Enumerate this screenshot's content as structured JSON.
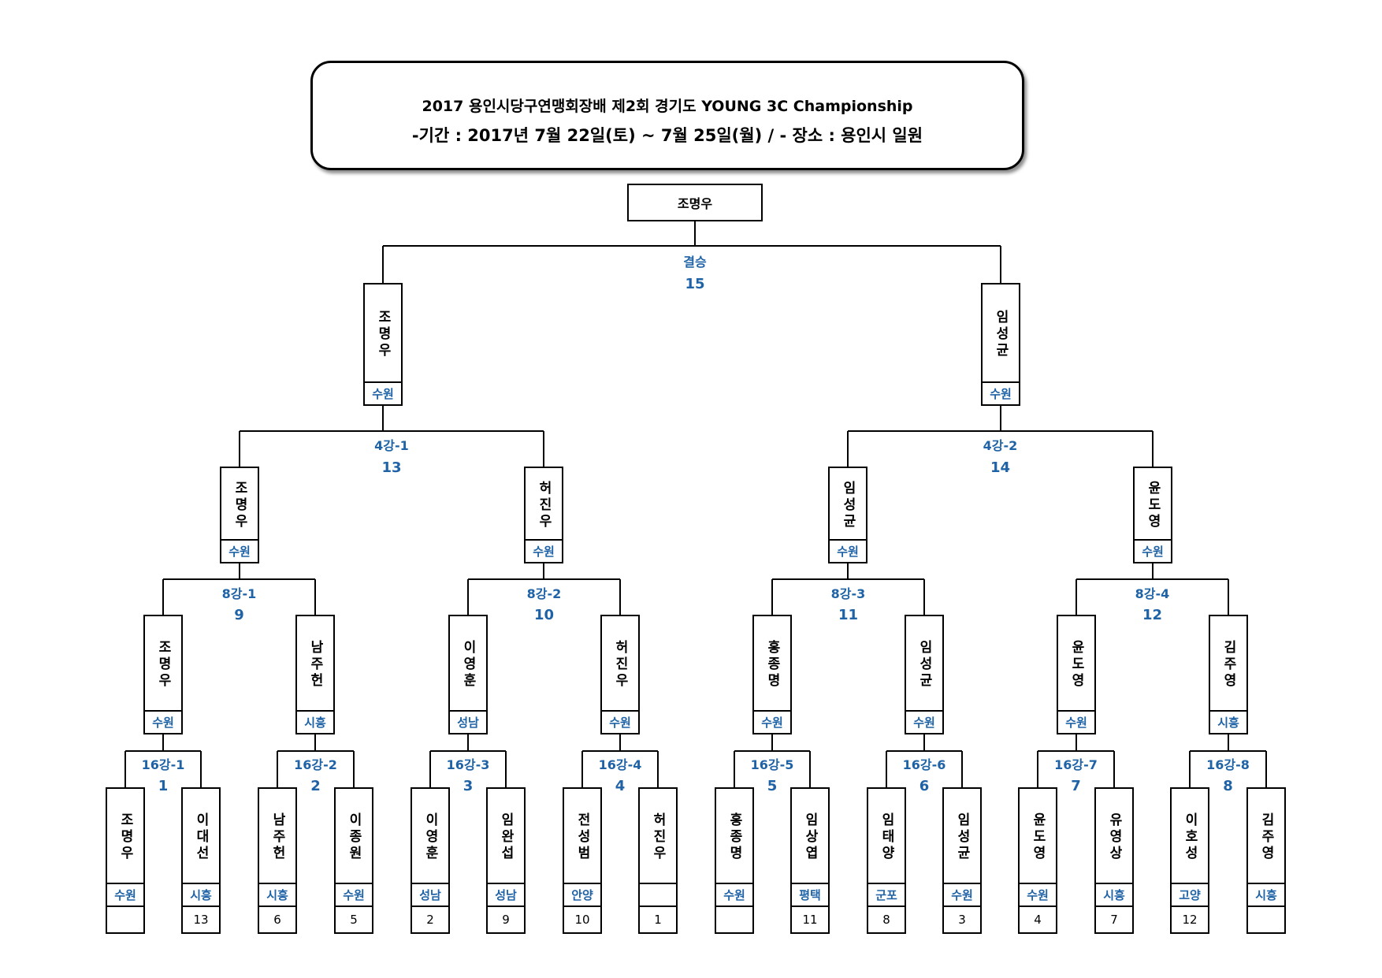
{
  "title": {
    "line1": "2017 용인시당구연맹회장배 제2회 경기도 YOUNG 3C Championship",
    "line2": "-기간 : 2017년 7월 22일(토) ~ 7월 25일(월) /   - 장소 : 용인시 일원"
  },
  "champion": "조명우",
  "colors": {
    "label": "#1f63a6",
    "line": "#000000"
  },
  "final": {
    "label": "결승",
    "number": "15"
  },
  "final_players": [
    {
      "name": "조명우",
      "city": "수원"
    },
    {
      "name": "임성균",
      "city": "수원"
    }
  ],
  "semi": [
    {
      "label": "4강-1",
      "number": "13"
    },
    {
      "label": "4강-2",
      "number": "14"
    }
  ],
  "semi_players": [
    {
      "name": "조명우",
      "city": "수원"
    },
    {
      "name": "허진우",
      "city": "수원"
    },
    {
      "name": "임성균",
      "city": "수원"
    },
    {
      "name": "윤도영",
      "city": "수원"
    }
  ],
  "quarter": [
    {
      "label": "8강-1",
      "number": "9"
    },
    {
      "label": "8강-2",
      "number": "10"
    },
    {
      "label": "8강-3",
      "number": "11"
    },
    {
      "label": "8강-4",
      "number": "12"
    }
  ],
  "quarter_players": [
    {
      "name": "조명우",
      "city": "수원"
    },
    {
      "name": "남주헌",
      "city": "시흥"
    },
    {
      "name": "이영훈",
      "city": "성남"
    },
    {
      "name": "허진우",
      "city": "수원"
    },
    {
      "name": "홍종명",
      "city": "수원"
    },
    {
      "name": "임성균",
      "city": "수원"
    },
    {
      "name": "윤도영",
      "city": "수원"
    },
    {
      "name": "김주영",
      "city": "시흥"
    }
  ],
  "r16": [
    {
      "label": "16강-1",
      "number": "1"
    },
    {
      "label": "16강-2",
      "number": "2"
    },
    {
      "label": "16강-3",
      "number": "3"
    },
    {
      "label": "16강-4",
      "number": "4"
    },
    {
      "label": "16강-5",
      "number": "5"
    },
    {
      "label": "16강-6",
      "number": "6"
    },
    {
      "label": "16강-7",
      "number": "7"
    },
    {
      "label": "16강-8",
      "number": "8"
    }
  ],
  "r16_players": [
    {
      "name": "조명우",
      "city": "수원",
      "seed": ""
    },
    {
      "name": "이대선",
      "city": "시흥",
      "seed": "13"
    },
    {
      "name": "남주헌",
      "city": "시흥",
      "seed": "6"
    },
    {
      "name": "이종원",
      "city": "수원",
      "seed": "5"
    },
    {
      "name": "이영훈",
      "city": "성남",
      "seed": "2"
    },
    {
      "name": "임완섭",
      "city": "성남",
      "seed": "9"
    },
    {
      "name": "전성범",
      "city": "안양",
      "seed": "10"
    },
    {
      "name": "허진우",
      "city": "",
      "seed": "1"
    },
    {
      "name": "홍종명",
      "city": "수원",
      "seed": ""
    },
    {
      "name": "임상엽",
      "city": "평택",
      "seed": "11"
    },
    {
      "name": "임태양",
      "city": "군포",
      "seed": "8"
    },
    {
      "name": "임성균",
      "city": "수원",
      "seed": "3"
    },
    {
      "name": "윤도영",
      "city": "수원",
      "seed": "4"
    },
    {
      "name": "유영상",
      "city": "시흥",
      "seed": "7"
    },
    {
      "name": "이호성",
      "city": "고양",
      "seed": "12"
    },
    {
      "name": "김주영",
      "city": "시흥",
      "seed": ""
    }
  ]
}
